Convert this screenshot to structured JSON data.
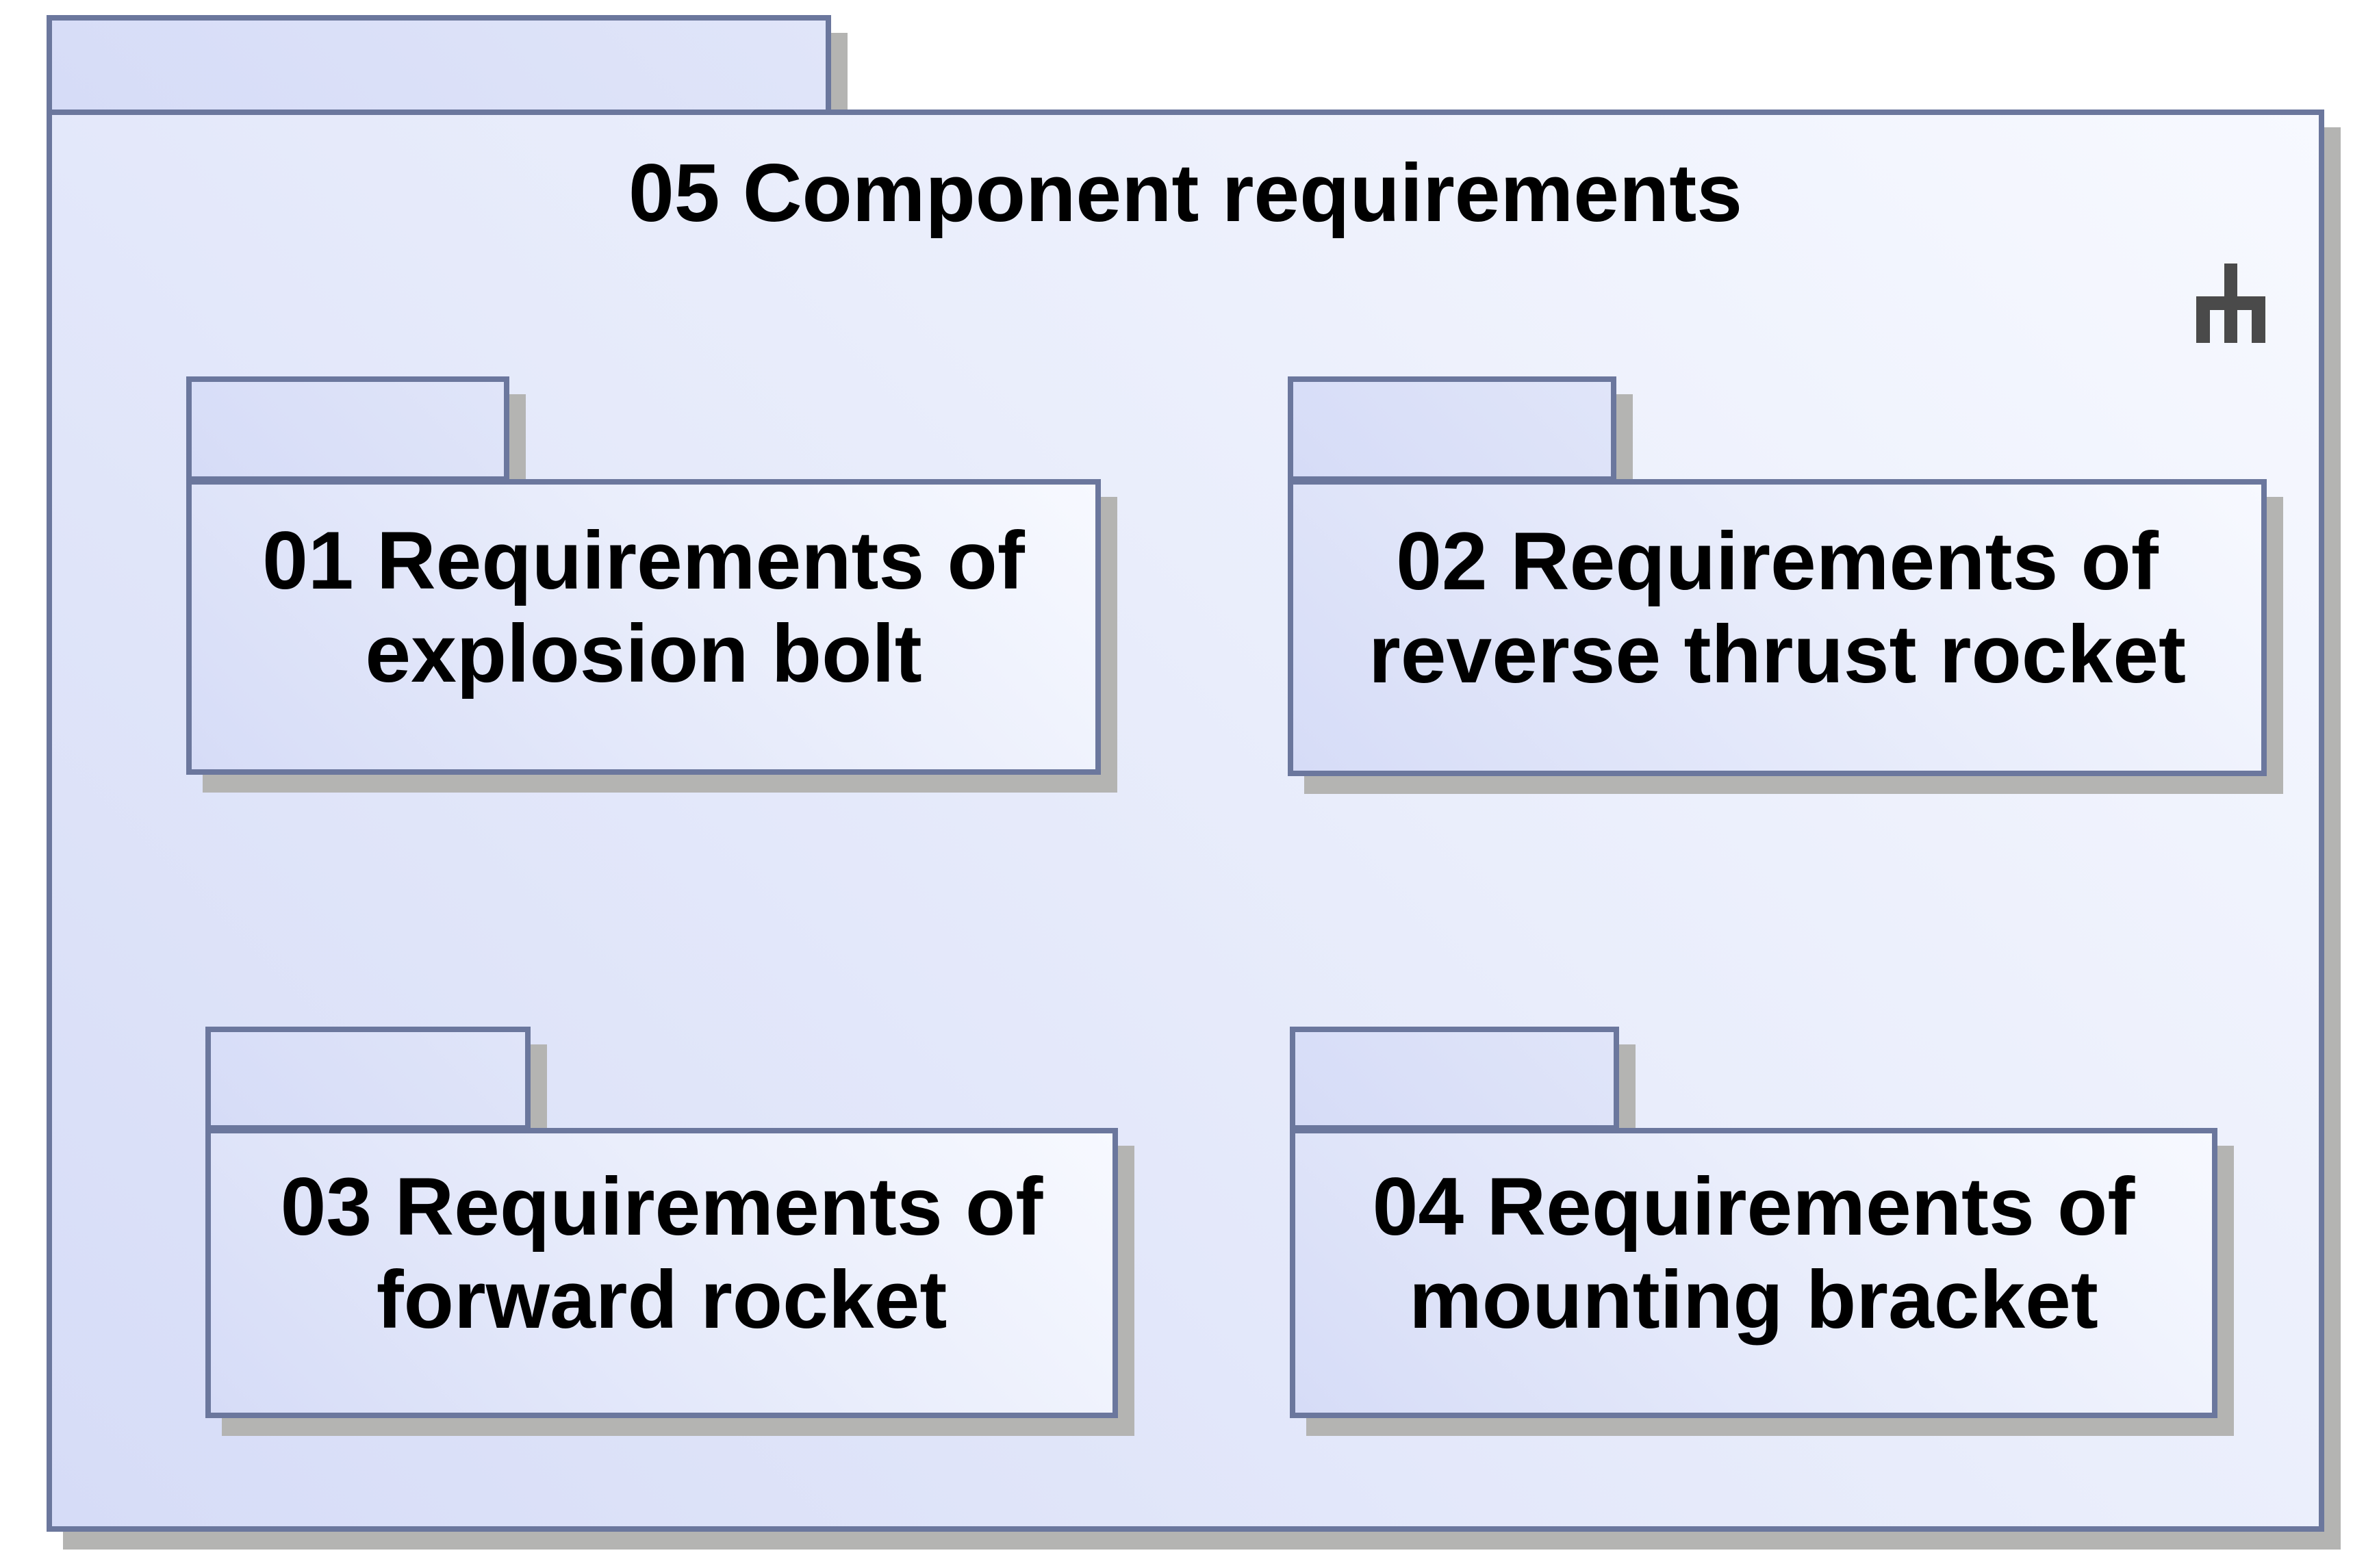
{
  "colors": {
    "border": "#6b779d",
    "shadow": "#b4b4b2",
    "fill_dark": "#d6dcf7",
    "fill_mid": "#e9edfb",
    "fill_light": "#f7f9ff",
    "tab_fill_light": "#e0e5f9",
    "text": "#000000",
    "icon": "#4a4a4a",
    "page_background": "#ffffff"
  },
  "outer_package": {
    "name": "05 Component requirements",
    "icon": "owned-diagram-icon"
  },
  "packages": [
    {
      "lines": [
        "01 Requirements of",
        "explosion bolt"
      ]
    },
    {
      "lines": [
        "02 Requirements of",
        "reverse thrust rocket"
      ]
    },
    {
      "lines": [
        "03 Requirements of",
        "forward rocket"
      ]
    },
    {
      "lines": [
        "04 Requirements of",
        "mounting bracket"
      ]
    }
  ]
}
